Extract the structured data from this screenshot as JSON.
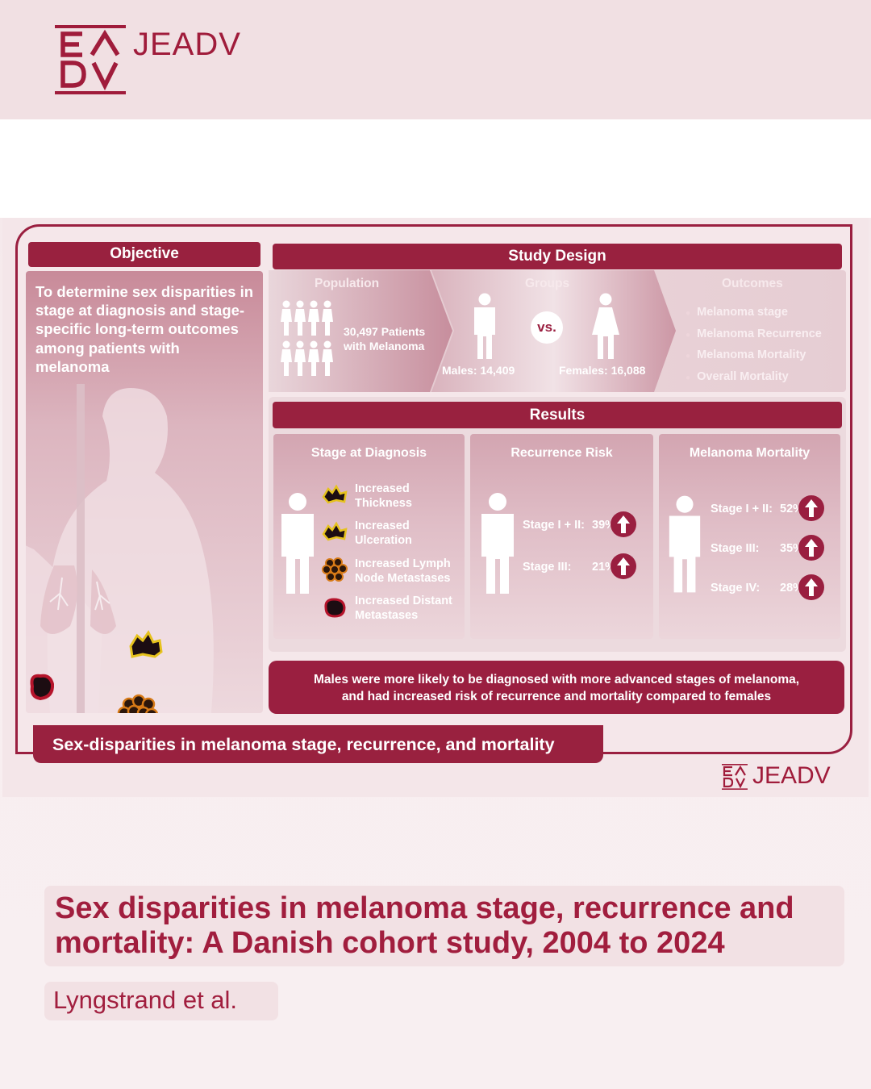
{
  "header": {
    "logo_letters": "EA DV",
    "logo_text": "JEADV"
  },
  "colors": {
    "brand": "#9a1f40",
    "panel": "#e8d0d6",
    "background": "#f5e7ea"
  },
  "objective": {
    "title": "Objective",
    "text": "To determine sex disparities in stage at diagnosis and stage-specific long-term outcomes among patients with melanoma"
  },
  "study_design": {
    "title": "Study Design",
    "population": {
      "heading": "Population",
      "line1": "30,497 Patients",
      "line2": "with Melanoma"
    },
    "groups": {
      "heading": "Groups",
      "vs": "vs.",
      "males": "Males: 14,409",
      "females": "Females: 16,088"
    },
    "outcomes": {
      "heading": "Outcomes",
      "items": [
        "Melanoma stage",
        "Melanoma Recurrence",
        "Melanoma Mortality",
        "Overall Mortality"
      ]
    }
  },
  "results": {
    "title": "Results",
    "stage": {
      "title": "Stage at Diagnosis",
      "items": [
        {
          "line1": "Increased",
          "line2": "Thickness",
          "icon": "tumor-thickness-icon"
        },
        {
          "line1": "Increased",
          "line2": "Ulceration",
          "icon": "ulceration-icon"
        },
        {
          "line1": "Increased Lymph",
          "line2": "Node Metastases",
          "icon": "lymph-node-icon"
        },
        {
          "line1": "Increased Distant",
          "line2": "Metastases",
          "icon": "distant-metastasis-icon"
        }
      ]
    },
    "recurrence": {
      "title": "Recurrence Risk",
      "rows": [
        {
          "label": "Stage I + II:",
          "value": "39%"
        },
        {
          "label": "Stage III:",
          "value": "21%"
        }
      ]
    },
    "mortality": {
      "title": "Melanoma Mortality",
      "rows": [
        {
          "label": "Stage I + II:",
          "value": "52%"
        },
        {
          "label": "Stage III:",
          "value": "35%"
        },
        {
          "label": "Stage IV:",
          "value": "28%"
        }
      ]
    }
  },
  "conclusion": {
    "line1": "Males were more likely to be diagnosed with more advanced stages of melanoma,",
    "line2": "and had increased risk of recurrence and mortality compared to females"
  },
  "banner": "Sex-disparities in melanoma stage, recurrence, and mortality",
  "footer_logo": {
    "letters": "EA DV",
    "text": "JEADV"
  },
  "article": {
    "title": "Sex disparities in melanoma stage, recurrence and mortality: A Danish cohort study, 2004 to 2024",
    "authors": "Lyngstrand et al."
  }
}
